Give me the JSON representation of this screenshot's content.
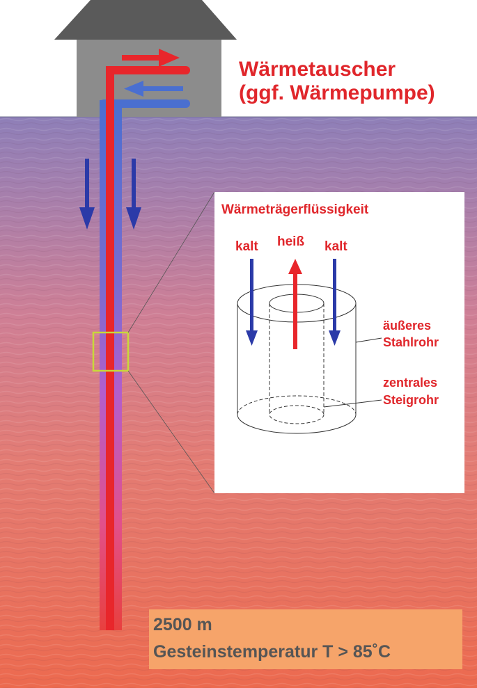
{
  "labels": {
    "heat_exchanger_line1": "Wärmetauscher",
    "heat_exchanger_line2": "(ggf. Wärmepumpe)",
    "fluid_title": "Wärmeträgerflüssigkeit",
    "cold_left": "kalt",
    "hot": "heiß",
    "cold_right": "kalt",
    "outer_pipe_line1": "äußeres",
    "outer_pipe_line2": "Stahlrohr",
    "central_pipe_line1": "zentrales",
    "central_pipe_line2": "Steigrohr",
    "depth": "2500 m",
    "rock_temperature": "Gesteinstemperatur T > 85˚C"
  },
  "colors": {
    "hot": "#e8262b",
    "cold": "#2b3aa8",
    "cold_pipe": "#4a6fd0",
    "label_red": "#e0262b",
    "house": "#8c8c8c",
    "roof": "#5a5a5a",
    "highlight": "#c8d83a",
    "info_box": "#f6a46a"
  },
  "icons": [
    "house-icon",
    "arrow-right-icon",
    "arrow-left-icon",
    "arrow-down-icon",
    "arrow-up-icon"
  ]
}
